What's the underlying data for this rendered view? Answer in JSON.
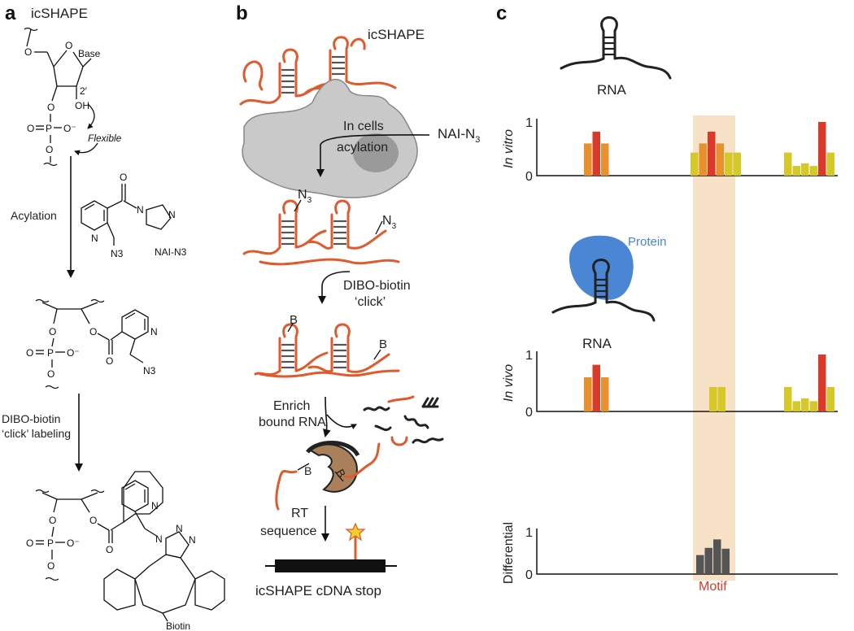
{
  "panel_a": {
    "label": "a",
    "title": "icSHAPE",
    "base_label": "Base",
    "prime_label": "2′",
    "oh_label": "OH",
    "flexible_label": "Flexible",
    "step1_label": "Acylation",
    "reagent_label": "NAI-N3",
    "n3_label_1": "N3",
    "n3_label_2": "N3",
    "step2_label_line1": "DIBO-biotin",
    "step2_label_line2": "‘click’ labeling",
    "biotin_label": "Biotin"
  },
  "panel_b": {
    "label": "b",
    "title": "icSHAPE",
    "in_cells": "In cells",
    "acylation": "acylation",
    "reagent": "NAI-N",
    "reagent_sub": "3",
    "n3_a": "N",
    "n3_a_sub": "3",
    "n3_b": "N",
    "n3_b_sub": "3",
    "click_line1": "DIBO-biotin",
    "click_line2": "‘click’",
    "b_tag": "B",
    "enrich_line1": "Enrich",
    "enrich_line2": "bound RNA",
    "rt_line1": "RT",
    "rt_line2": "sequence",
    "cdna_label": "icSHAPE cDNA stop"
  },
  "panel_c": {
    "label": "c",
    "rna_label_1": "RNA",
    "rna_label_2": "RNA",
    "protein_label": "Protein",
    "motif_label": "Motif",
    "colors": {
      "orange": "#e8902e",
      "red": "#d93a2a",
      "yellow": "#d6c828",
      "gray": "#555555",
      "motif_band": "#f7e2c8",
      "protein": "#4a86d4"
    }
  },
  "chart_data": [
    {
      "type": "bar",
      "ylabel": "In vitro",
      "ylim": [
        0,
        1
      ],
      "yticks": [
        "0",
        "1"
      ],
      "groups": [
        {
          "colors": [
            "orange",
            "red",
            "orange"
          ],
          "values": [
            0.6,
            0.82,
            0.6
          ]
        },
        {
          "colors": [
            "yellow",
            "orange",
            "red",
            "orange",
            "yellow",
            "yellow"
          ],
          "values": [
            0.43,
            0.6,
            0.82,
            0.6,
            0.43,
            0.43
          ]
        },
        {
          "colors": [
            "yellow",
            "yellow",
            "yellow",
            "yellow",
            "red",
            "yellow"
          ],
          "values": [
            0.43,
            0.18,
            0.23,
            0.18,
            1.0,
            0.43
          ]
        }
      ]
    },
    {
      "type": "bar",
      "ylabel": "In vivo",
      "ylim": [
        0,
        1
      ],
      "yticks": [
        "0",
        "1"
      ],
      "groups": [
        {
          "colors": [
            "orange",
            "red",
            "orange"
          ],
          "values": [
            0.6,
            0.82,
            0.6
          ]
        },
        {
          "colors": [
            "yellow",
            "yellow"
          ],
          "values": [
            0.43,
            0.43
          ]
        },
        {
          "colors": [
            "yellow",
            "yellow",
            "yellow",
            "yellow",
            "red",
            "yellow"
          ],
          "values": [
            0.43,
            0.18,
            0.23,
            0.18,
            1.0,
            0.43
          ]
        }
      ]
    },
    {
      "type": "bar",
      "ylabel": "Differential",
      "ylim": [
        0,
        1
      ],
      "yticks": [
        "0",
        "1"
      ],
      "groups": [
        {
          "colors": [
            "gray",
            "gray",
            "gray",
            "gray"
          ],
          "values": [
            0.45,
            0.62,
            0.82,
            0.6
          ]
        }
      ]
    }
  ]
}
